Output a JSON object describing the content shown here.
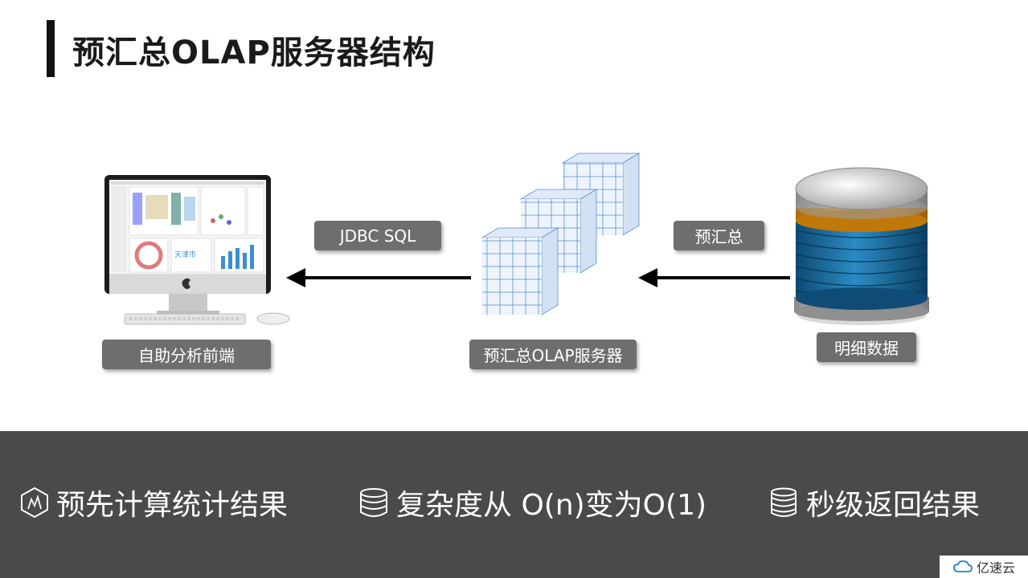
{
  "title": "预汇总OLAP服务器结构",
  "labels": {
    "frontend": "自助分析前端",
    "olap_server": "预汇总OLAP服务器",
    "detail_data": "明细数据",
    "jdbc": "JDBC SQL",
    "pre_agg": "预汇总"
  },
  "features": [
    {
      "icon": "stats-hexagon-icon",
      "text": "预先计算统计结果"
    },
    {
      "icon": "database-icon",
      "text": "复杂度从 O(n)变为O(1)"
    },
    {
      "icon": "database-stack-icon",
      "text": "秒级返回结果"
    }
  ],
  "watermark": "亿速云",
  "colors": {
    "band": "#4a4a4a",
    "label_bg": "#6f6e6c",
    "db_blue": "#1e6fa0",
    "db_orange": "#f0a020",
    "cube_blue": "#5b8fd0"
  }
}
